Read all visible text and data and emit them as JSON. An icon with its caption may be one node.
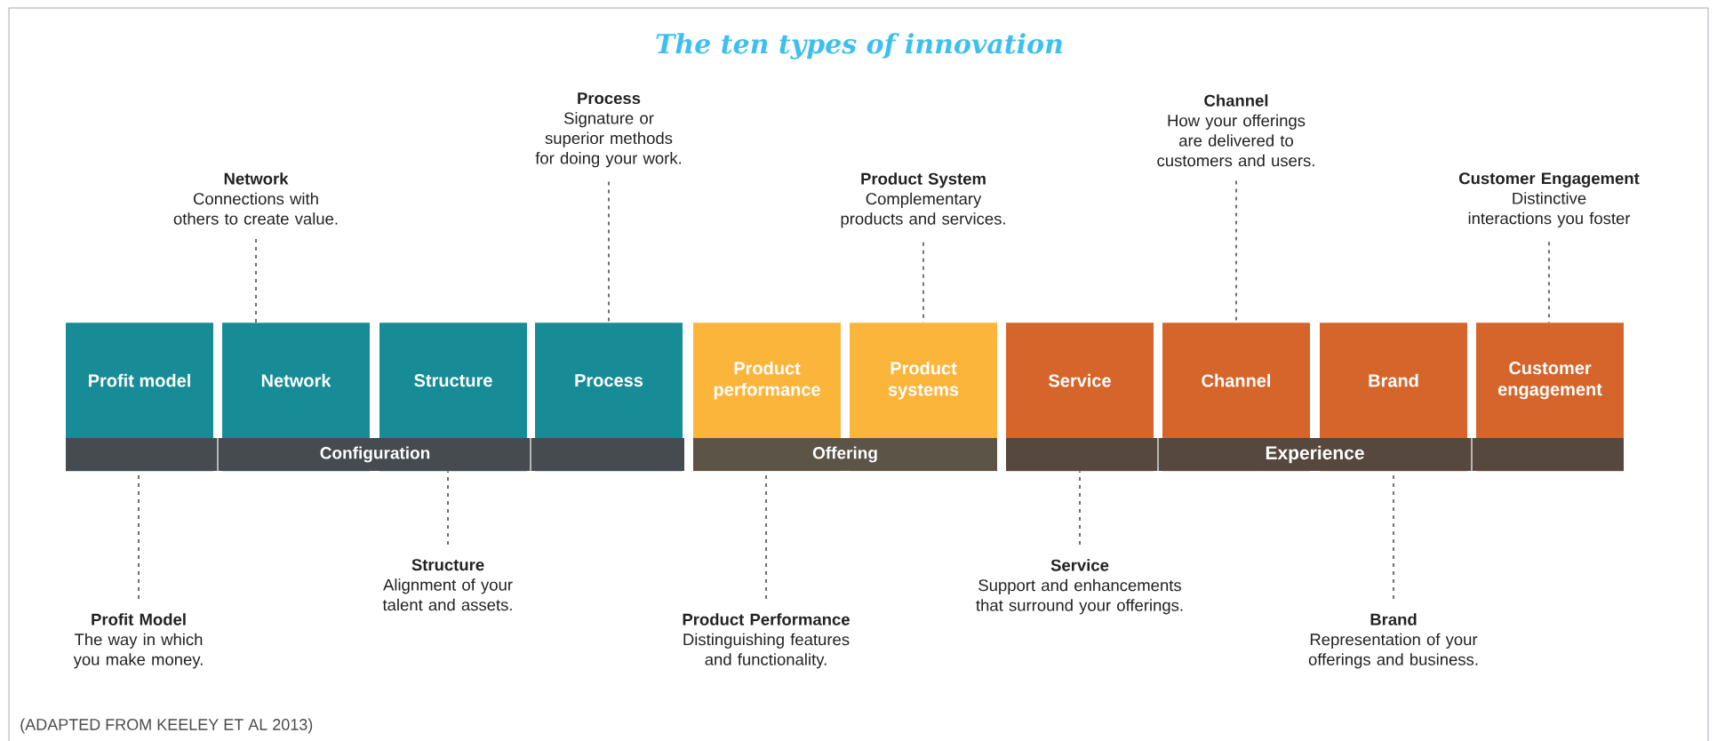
{
  "diagram": {
    "title": "The ten types of innovation",
    "caption": "(ADAPTED FROM KEELEY ET AL 2013)",
    "nodes": [
      {
        "text": [
          "Profit model"
        ]
      },
      {
        "text": [
          "Network"
        ]
      },
      {
        "text": [
          "Structure"
        ]
      },
      {
        "text": [
          "Process"
        ]
      },
      {
        "text": [
          "Product performance"
        ]
      },
      {
        "text": [
          "Product systems"
        ]
      },
      {
        "text": [
          "Service"
        ]
      },
      {
        "text": [
          "Channel"
        ]
      },
      {
        "text": [
          "Brand"
        ]
      },
      {
        "text": [
          "Customer engagement"
        ]
      },
      {
        "text": [
          "Configuration"
        ]
      },
      {
        "text": [
          "Offering"
        ]
      },
      {
        "text": [
          "Experience"
        ]
      },
      {
        "text": [
          "Network",
          "Connections with others to create value."
        ]
      },
      {
        "text": [
          "Process",
          "Signature or superior methods for doing your work."
        ]
      },
      {
        "text": [
          "Product System",
          "Complementary products and services."
        ]
      },
      {
        "text": [
          "Channel",
          "How your offerings are delivered to customers and users."
        ]
      },
      {
        "text": [
          "Customer Engagement",
          "Distinctive interactions you foster"
        ]
      },
      {
        "text": [
          "Profit Model",
          "The way in which you make money."
        ]
      },
      {
        "text": [
          "Structure",
          "Alignment of your talent and assets."
        ]
      },
      {
        "text": [
          "Product Performance",
          "Distinguishing features and functionality."
        ]
      },
      {
        "text": [
          "Service",
          "Support and enhancements that surround your offerings."
        ]
      },
      {
        "text": [
          "Brand",
          "Representation of your offerings and business."
        ]
      }
    ],
    "edges": [
      {
        "from": 13,
        "to": 1,
        "arrow": "none"
      },
      {
        "from": 14,
        "to": 3,
        "arrow": "none"
      },
      {
        "from": 15,
        "to": 5,
        "arrow": "none"
      },
      {
        "from": 16,
        "to": 7,
        "arrow": "none"
      },
      {
        "from": 17,
        "to": 9,
        "arrow": "none"
      },
      {
        "from": 18,
        "to": 0,
        "arrow": "none"
      },
      {
        "from": 19,
        "to": 2,
        "arrow": "none"
      },
      {
        "from": 20,
        "to": 4,
        "arrow": "none"
      },
      {
        "from": 21,
        "to": 6,
        "arrow": "none"
      },
      {
        "from": 22,
        "to": 8,
        "arrow": "none"
      }
    ]
  }
}
